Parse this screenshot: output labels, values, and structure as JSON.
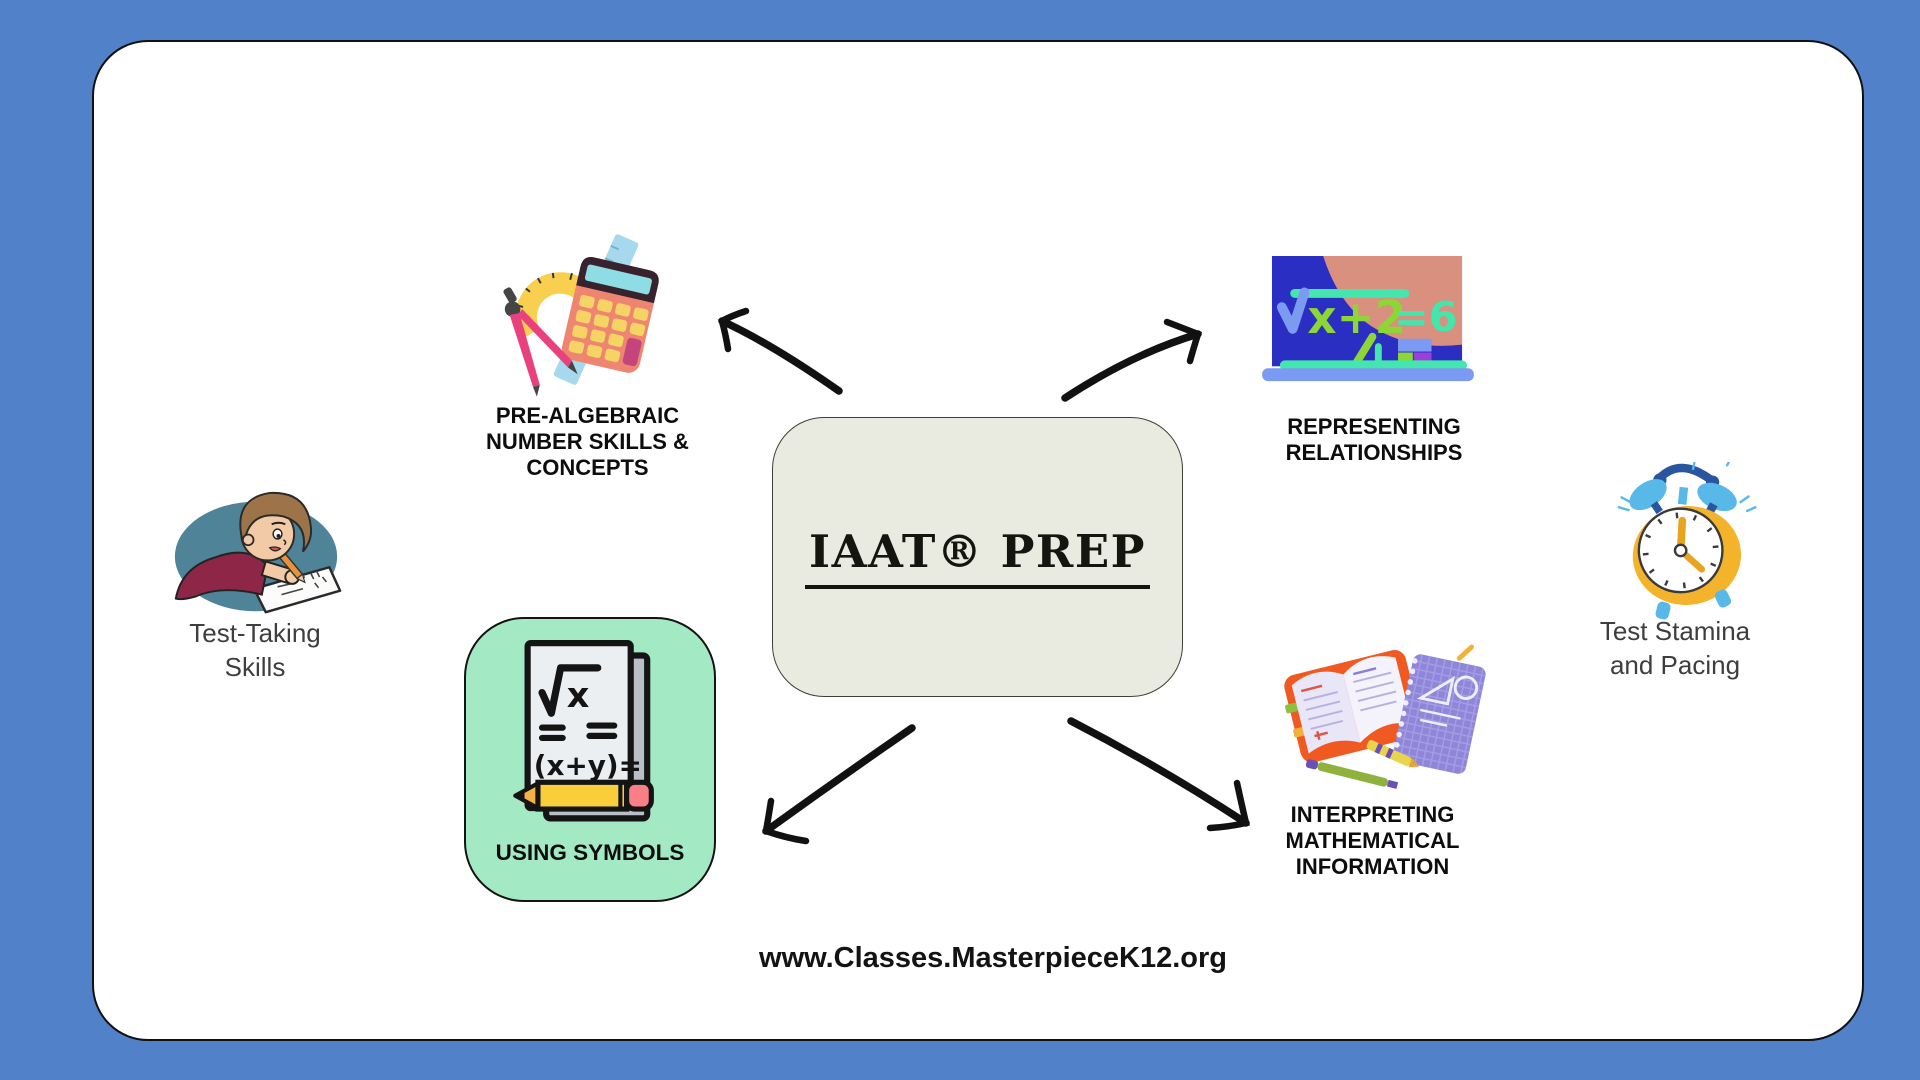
{
  "canvas": {
    "description": "IAAT Prep mind-map poster"
  },
  "center_box": {
    "title": "IAAT® PREP"
  },
  "branches": {
    "pre_algebraic": {
      "label": "PRE-ALGEBRAIC NUMBER SKILLS & CONCEPTS",
      "icon": "math-tools-illustration"
    },
    "representing": {
      "label": "REPRESENTING RELATIONSHIPS",
      "icon": "chalkboard-equation-illustration"
    },
    "using_symbols": {
      "label": "USING SYMBOLS",
      "icon": "symbols-notebook-illustration"
    },
    "interpreting": {
      "label": "INTERPRETING MATHEMATICAL INFORMATION",
      "icon": "math-notebooks-illustration"
    }
  },
  "side_notes": {
    "test_taking": {
      "label": "Test-Taking Skills",
      "icon": "student-writing-illustration"
    },
    "stamina": {
      "label": "Test Stamina and Pacing",
      "icon": "alarm-clock-illustration"
    }
  },
  "footer": {
    "url": "www.Classes.MasterpieceK12.org"
  },
  "illustrations": {
    "chalkboard": {
      "equation_lhs": "x+2",
      "equation_rhs": "=6"
    },
    "symbols_sheet": {
      "radicand": "x",
      "expression": "(x+y)="
    }
  },
  "colors": {
    "page_background": "#5181c9",
    "card_background": "#ffffff",
    "center_box_fill": "#e9eae0",
    "symbols_panel_fill": "#a3e9c4",
    "board_blue": "#2a2ec2",
    "board_salmon": "#d9907f",
    "equation_green": "#8cd636",
    "equation_teal": "#43e6ac",
    "clock_yellow": "#f3b32a",
    "clock_blue": "#58b9e9",
    "calculator_salmon": "#ee8570",
    "arrow_black": "#111111"
  }
}
